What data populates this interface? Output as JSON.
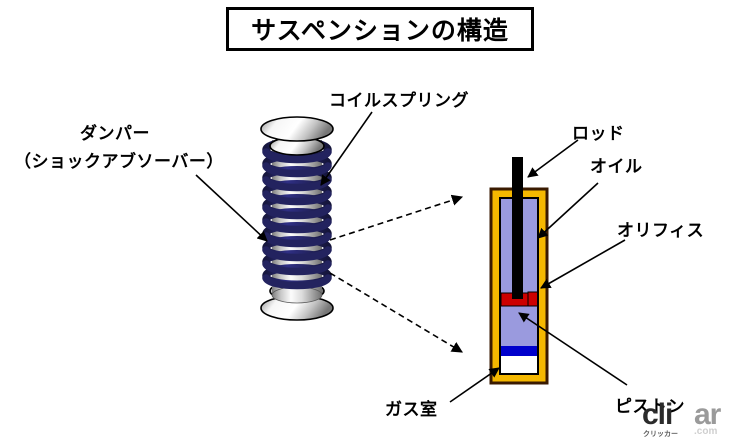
{
  "title": {
    "text": "サスペンションの構造"
  },
  "labels": {
    "damper": "ダンパー",
    "damper_sub": "（ショックアブソーバー）",
    "coil_spring": "コイルスプリング",
    "rod": "ロッド",
    "oil": "オイル",
    "orifice": "オリフィス",
    "gas_chamber": "ガス室",
    "piston": "ピストン"
  },
  "watermark": {
    "main": "cli",
    "faint": "ar",
    "sub": "クリッカー",
    "sub2": ".com"
  },
  "colors": {
    "spring": "#2a2a7a",
    "spring_dark": "#1b1b55",
    "cylinder_wall": "#f5b800",
    "cylinder_outline": "#3a1a00",
    "oil": "#9a9ade",
    "piston": "#cc0000",
    "orifice": "#cc0000",
    "gas_separator": "#0000cc",
    "gas_chamber": "#ffffff",
    "rod": "#000000",
    "metal_light": "#f2f2f2",
    "metal_mid": "#b8b8b8",
    "metal_dark": "#8a8a8a",
    "line": "#000000",
    "title_border": "#000000"
  },
  "diagram": {
    "type": "labeled-cutaway-illustration",
    "subject": "automotive suspension strut: coil spring over damper, with damper internal cross-section",
    "parts": [
      {
        "name": "coil-spring",
        "label": "コイルスプリング",
        "color": "#2a2a7a",
        "turns": 11
      },
      {
        "name": "damper-body",
        "label": "ダンパー（ショックアブソーバー）",
        "color": "#b8b8b8"
      },
      {
        "name": "rod",
        "label": "ロッド",
        "color": "#000000"
      },
      {
        "name": "oil",
        "label": "オイル",
        "color": "#9a9ade"
      },
      {
        "name": "orifice",
        "label": "オリフィス",
        "color": "#cc0000"
      },
      {
        "name": "piston",
        "label": "ピストン",
        "color": "#cc0000"
      },
      {
        "name": "gas-chamber",
        "label": "ガス室",
        "color": "#ffffff"
      }
    ],
    "connectors": [
      {
        "from": "コイルスプリング",
        "to": "coil-spring",
        "style": "solid"
      },
      {
        "from": "ダンパー",
        "to": "damper-body",
        "style": "solid"
      },
      {
        "from": "damper-assembly",
        "to": "cutaway-top",
        "style": "dashed"
      },
      {
        "from": "damper-assembly",
        "to": "cutaway-bottom",
        "style": "dashed"
      },
      {
        "from": "ロッド",
        "to": "rod",
        "style": "solid"
      },
      {
        "from": "オイル",
        "to": "oil",
        "style": "solid"
      },
      {
        "from": "オリフィス",
        "to": "orifice",
        "style": "solid"
      },
      {
        "from": "ピストン",
        "to": "piston",
        "style": "solid"
      },
      {
        "from": "ガス室",
        "to": "gas-chamber",
        "style": "solid"
      }
    ]
  }
}
